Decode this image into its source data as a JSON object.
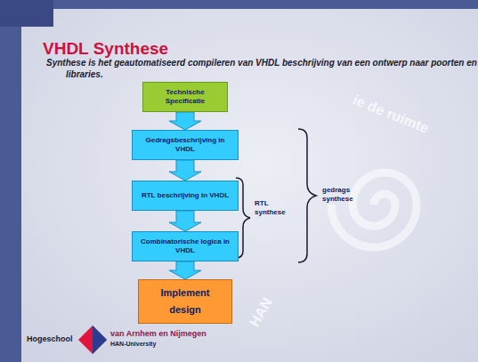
{
  "diagram": {
    "title": "VHDL Synthese",
    "nodes": [
      {
        "text": [
          "Technische Specificatie"
        ]
      },
      {
        "text": [
          "Gedragsbeschrijving in VHDL"
        ]
      },
      {
        "text": [
          "RTL beschrijving in VHDL"
        ]
      },
      {
        "text": [
          "Combinatorische logica in VHDL"
        ]
      },
      {
        "text": [
          "Implement design"
        ]
      }
    ],
    "edges": [
      {
        "from": 0,
        "to": 1,
        "arrow": "to"
      },
      {
        "from": 1,
        "to": 2,
        "arrow": "to"
      },
      {
        "from": 2,
        "to": 3,
        "arrow": "to"
      },
      {
        "from": 3,
        "to": 4,
        "arrow": "to"
      }
    ],
    "labels": [
      "Synthese is het geautomatiseerd compileren van VHDL beschrijving van een ontwerp naar poorten en libraries.",
      "RTL synthese",
      "gedrags synthese",
      "ie de ruimte",
      "HAN",
      "Hogeschool",
      "van Arnhem en Nijmegen",
      "HAN-University"
    ]
  }
}
